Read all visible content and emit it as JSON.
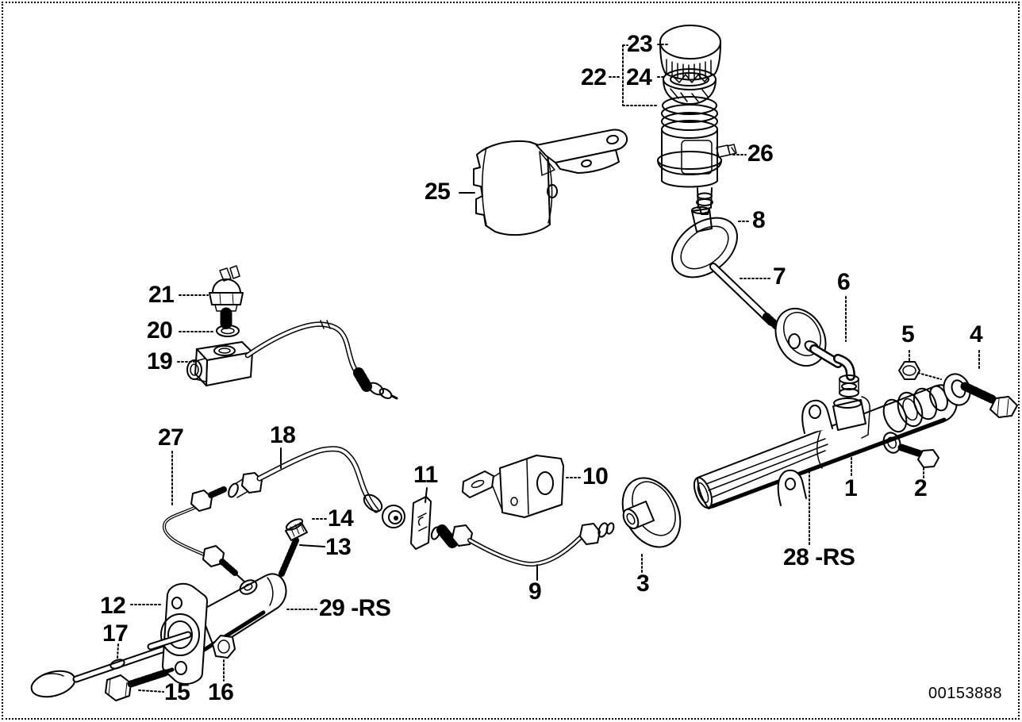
{
  "page": {
    "paper_color": "#ffffff",
    "ink_color": "#000000",
    "border": "dotted"
  },
  "callouts": {
    "c1": "1",
    "c2": "2",
    "c3": "3",
    "c4": "4",
    "c5": "5",
    "c6": "6",
    "c7": "7",
    "c8": "8",
    "c9": "9",
    "c10": "10",
    "c11": "11",
    "c12": "12",
    "c13": "13",
    "c14": "14",
    "c15": "15",
    "c16": "16",
    "c17": "17",
    "c18": "18",
    "c19": "19",
    "c20": "20",
    "c21": "21",
    "c22": "22",
    "c23": "23",
    "c24": "24",
    "c25": "25",
    "c26": "26",
    "c27": "27",
    "c28": "28 -RS",
    "c29": "29 -RS"
  },
  "footer": {
    "document_number": "00153888"
  }
}
